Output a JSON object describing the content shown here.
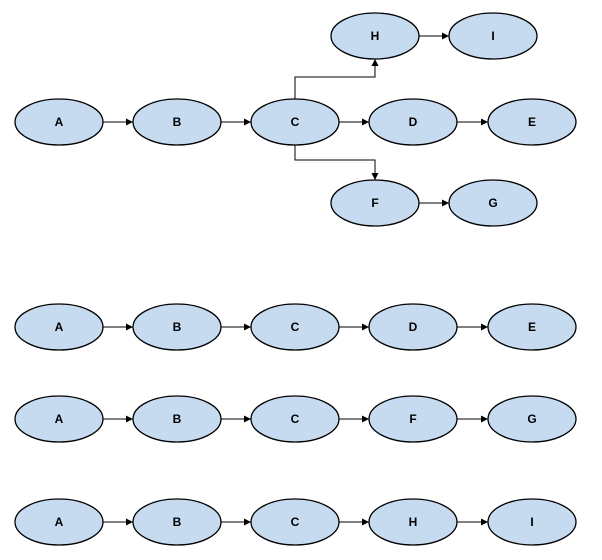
{
  "colors": {
    "node_fill": "#c7dbf0",
    "node_stroke": "#000000",
    "edge": "#000000",
    "text": "#000000"
  },
  "diagrams": [
    {
      "id": "tree",
      "nodes": [
        {
          "id": "tA",
          "label": "A"
        },
        {
          "id": "tB",
          "label": "B"
        },
        {
          "id": "tC",
          "label": "C"
        },
        {
          "id": "tD",
          "label": "D"
        },
        {
          "id": "tE",
          "label": "E"
        },
        {
          "id": "tH",
          "label": "H"
        },
        {
          "id": "tI",
          "label": "I"
        },
        {
          "id": "tF",
          "label": "F"
        },
        {
          "id": "tG",
          "label": "G"
        }
      ],
      "edges": [
        {
          "from": "tA",
          "to": "tB"
        },
        {
          "from": "tB",
          "to": "tC"
        },
        {
          "from": "tC",
          "to": "tD"
        },
        {
          "from": "tD",
          "to": "tE"
        },
        {
          "from": "tC",
          "to": "tH"
        },
        {
          "from": "tH",
          "to": "tI"
        },
        {
          "from": "tC",
          "to": "tF"
        },
        {
          "from": "tF",
          "to": "tG"
        }
      ]
    },
    {
      "id": "path-1",
      "nodes": [
        {
          "id": "p1A",
          "label": "A"
        },
        {
          "id": "p1B",
          "label": "B"
        },
        {
          "id": "p1C",
          "label": "C"
        },
        {
          "id": "p1D",
          "label": "D"
        },
        {
          "id": "p1E",
          "label": "E"
        }
      ],
      "edges": [
        {
          "from": "p1A",
          "to": "p1B"
        },
        {
          "from": "p1B",
          "to": "p1C"
        },
        {
          "from": "p1C",
          "to": "p1D"
        },
        {
          "from": "p1D",
          "to": "p1E"
        }
      ]
    },
    {
      "id": "path-2",
      "nodes": [
        {
          "id": "p2A",
          "label": "A"
        },
        {
          "id": "p2B",
          "label": "B"
        },
        {
          "id": "p2C",
          "label": "C"
        },
        {
          "id": "p2F",
          "label": "F"
        },
        {
          "id": "p2G",
          "label": "G"
        }
      ],
      "edges": [
        {
          "from": "p2A",
          "to": "p2B"
        },
        {
          "from": "p2B",
          "to": "p2C"
        },
        {
          "from": "p2C",
          "to": "p2F"
        },
        {
          "from": "p2F",
          "to": "p2G"
        }
      ]
    },
    {
      "id": "path-3",
      "nodes": [
        {
          "id": "p3A",
          "label": "A"
        },
        {
          "id": "p3B",
          "label": "B"
        },
        {
          "id": "p3C",
          "label": "C"
        },
        {
          "id": "p3H",
          "label": "H"
        },
        {
          "id": "p3I",
          "label": "I"
        }
      ],
      "edges": [
        {
          "from": "p3A",
          "to": "p3B"
        },
        {
          "from": "p3B",
          "to": "p3C"
        },
        {
          "from": "p3C",
          "to": "p3H"
        },
        {
          "from": "p3H",
          "to": "p3I"
        }
      ]
    }
  ]
}
